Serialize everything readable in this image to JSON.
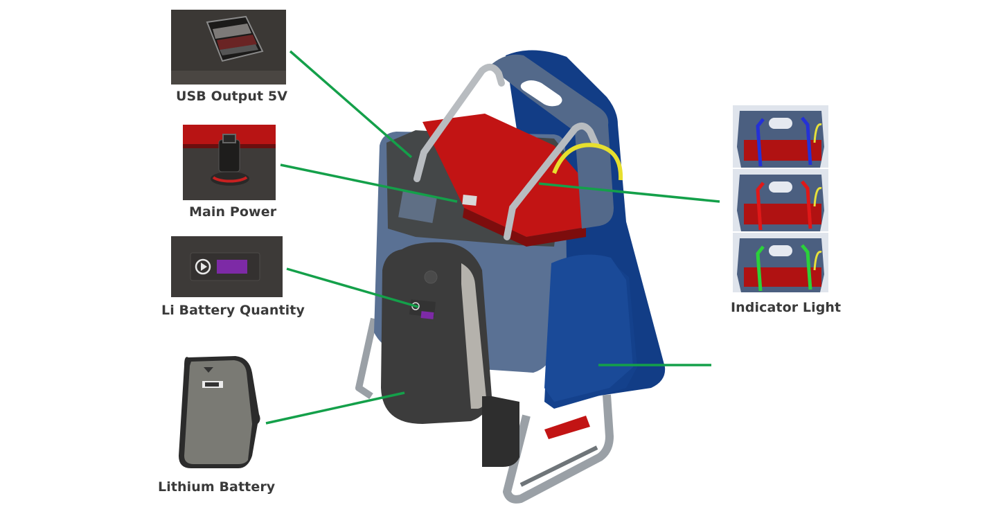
{
  "labels": {
    "usb_output": "USB Output 5V",
    "main_power": "Main Power",
    "battery_quantity": "Li Battery Quantity",
    "lithium_battery": "Lithium Battery",
    "indicator_light": "Indicator Light"
  },
  "colors": {
    "leader_line": "#14a04a",
    "body_blue": "#5a7194",
    "strap_navy": "#123d86",
    "tank_red": "#c21414",
    "battery_dark": "#3c3c3c",
    "display_purple": "#7d2aa6"
  },
  "indicator_states": [
    {
      "color": "#2431d6"
    },
    {
      "color": "#e01818"
    },
    {
      "color": "#2bd13a"
    }
  ]
}
